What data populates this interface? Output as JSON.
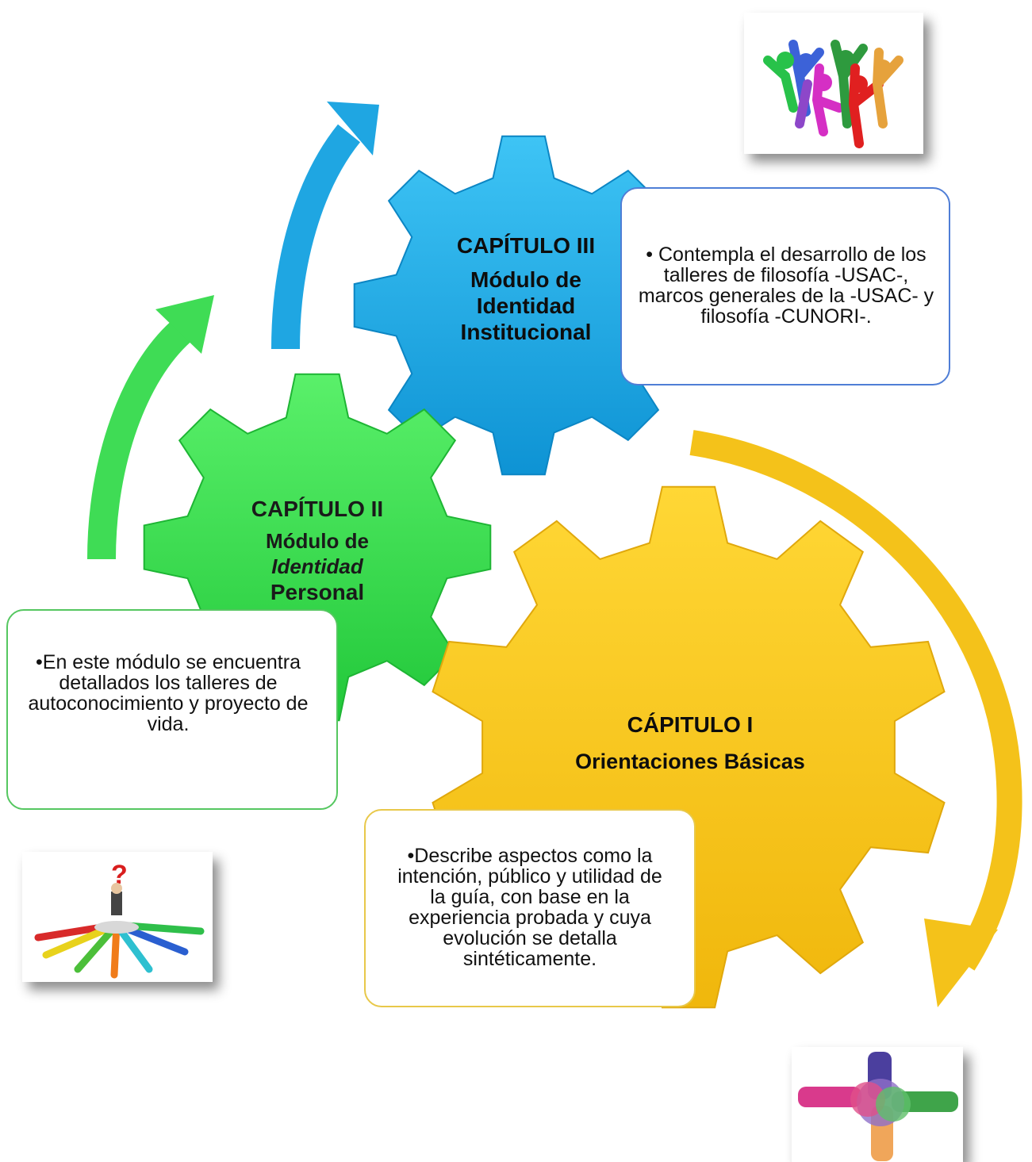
{
  "gears": {
    "chapter3": {
      "heading": "CAPÍTULO III",
      "line1": "Módulo de",
      "line2": "Identidad",
      "line3": "Institucional",
      "color": "#18a8e6"
    },
    "chapter2": {
      "heading": "CAPÍTULO II",
      "line1": "Módulo de",
      "line2": "Identidad",
      "line3": "Personal",
      "color": "#33dd4c"
    },
    "chapter1": {
      "heading": "CÁPITULO I",
      "line1": "Orientaciones Básicas",
      "color": "#f7c516"
    }
  },
  "boxes": {
    "chapter3": {
      "text": "• Contempla el desarrollo de los talleres de filosofía  -USAC-, marcos generales de la -USAC- y filosofía -CUNORI-.",
      "border": "#4f7ed6"
    },
    "chapter2": {
      "text": "•En este módulo se encuentra detallados los talleres de autoconocimiento y proyecto de vida.",
      "border": "#55c760"
    },
    "chapter1": {
      "text": "•Describe aspectos como la intención, público y utilidad de la guía, con base en la experiencia probada y cuya evolución se detalla sintéticamente.",
      "border": "#e8c84a"
    }
  },
  "images": {
    "top_right": "people-celebrating-icon",
    "bottom_left": "crossroads-question-icon",
    "bottom_right": "hands-pointing-icon"
  }
}
